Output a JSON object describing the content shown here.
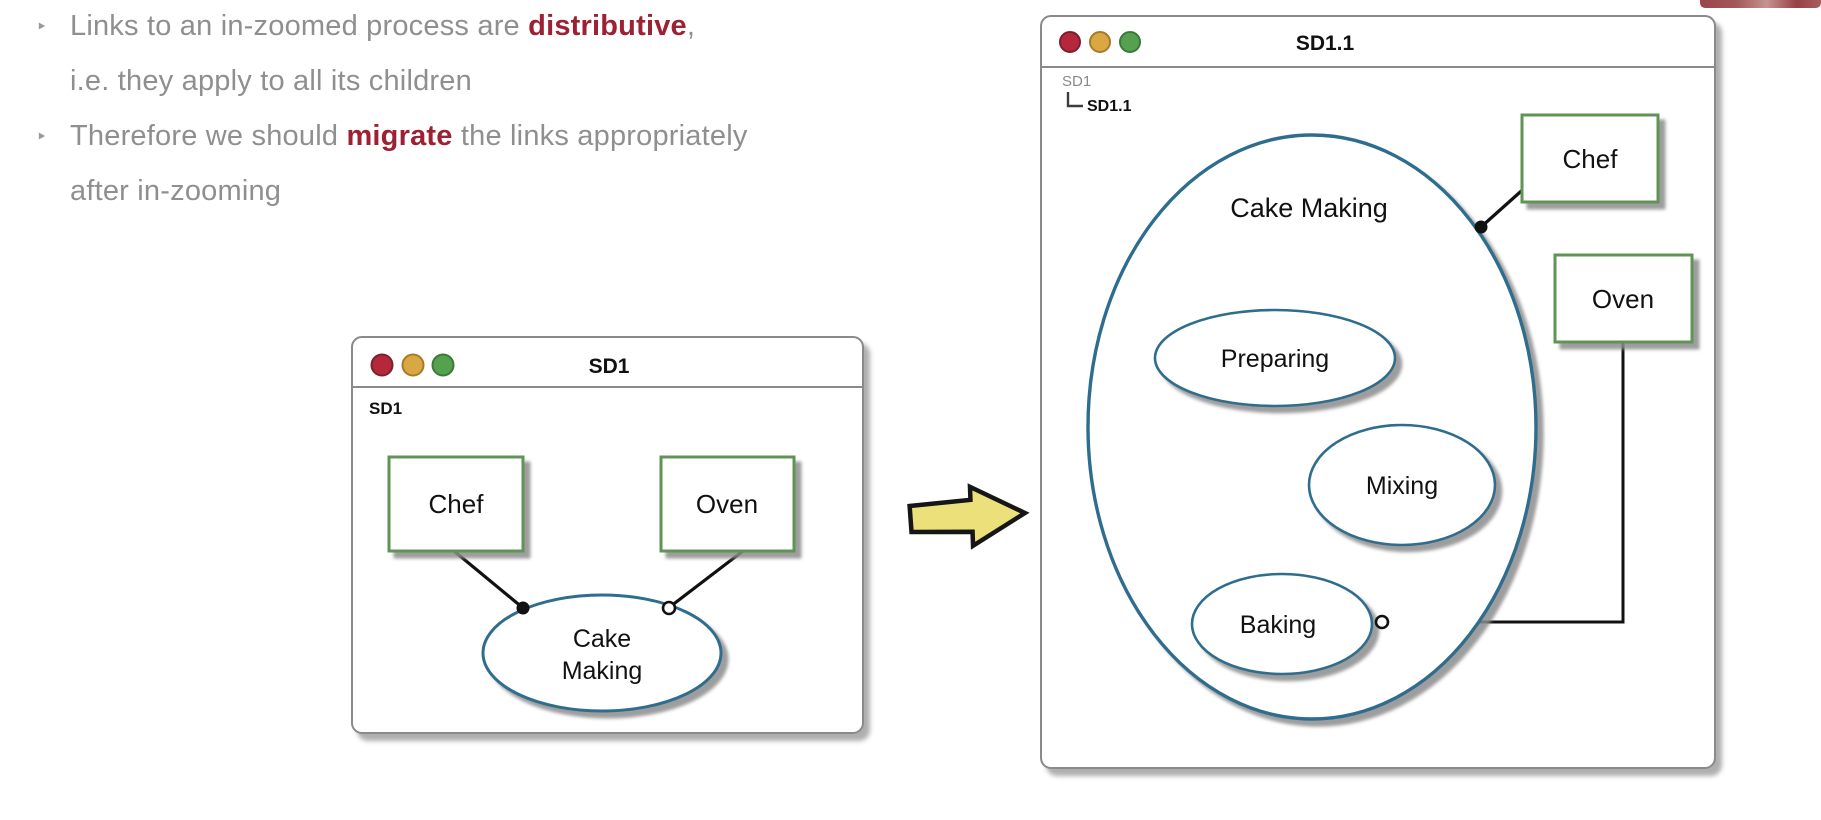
{
  "bullets": {
    "glyph": "‣",
    "b1_pre": "Links to an in-zoomed process are ",
    "b1_em": "distributive",
    "b1_post": ",",
    "b1_line2": "i.e. they apply to all its children",
    "b2_pre": "Therefore we should ",
    "b2_em": "migrate",
    "b2_post": " the links appropriately",
    "b2_line2": "after in-zooming"
  },
  "left_window": {
    "title": "SD1",
    "inner_label": "SD1",
    "object_chef": "Chef",
    "object_oven": "Oven",
    "process_line1": "Cake",
    "process_line2": "Making"
  },
  "right_window": {
    "title": "SD1.1",
    "breadcrumb_parent": "SD1",
    "breadcrumb_current": "SD1.1",
    "process": "Cake Making",
    "subprocesses": [
      "Preparing",
      "Mixing",
      "Baking"
    ],
    "object_chef": "Chef",
    "object_oven": "Oven"
  },
  "colors": {
    "body_text": "#8f8f8f",
    "emphasis": "#9c2133",
    "window_border": "#8a8a8a",
    "object_border": "#5e9455",
    "process_border": "#2e6d8e",
    "arrow_fill": "#ebe07a",
    "light_red": "#b5283c",
    "light_orange": "#d9a843",
    "light_green": "#55a14f"
  }
}
